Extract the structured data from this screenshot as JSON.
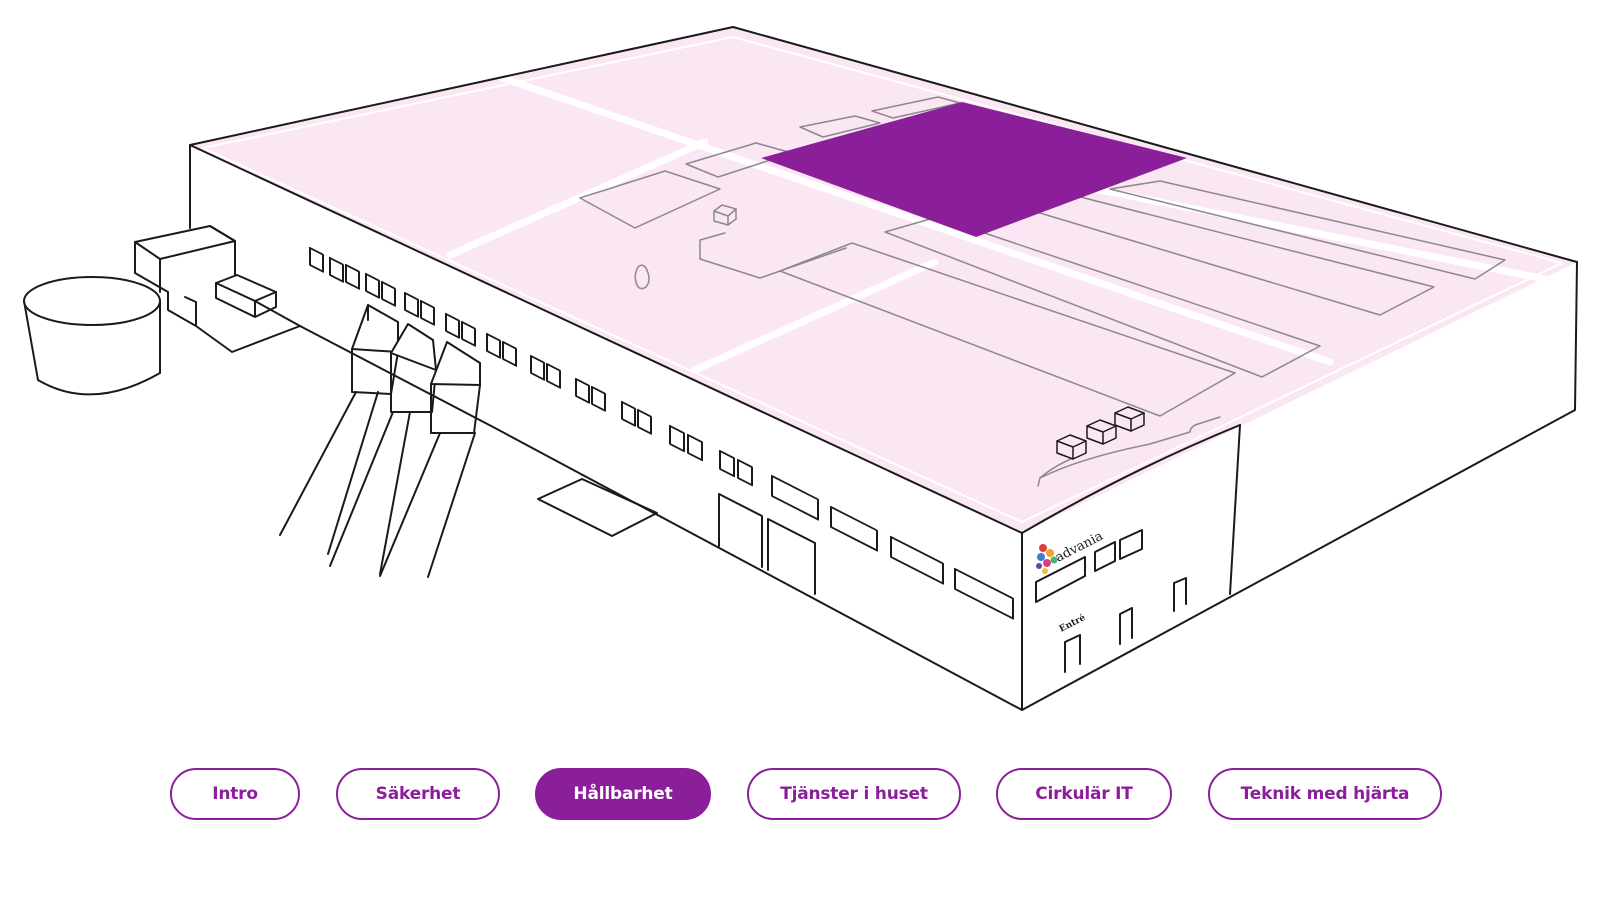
{
  "building": {
    "logo_text": "advania",
    "entrance_label": "Entré",
    "highlight_color": "#8b1f99",
    "roof_color": "#fbe6f3"
  },
  "nav": {
    "active_index": 2,
    "accent_color": "#8b1f99",
    "items": [
      {
        "label": "Intro"
      },
      {
        "label": "Säkerhet"
      },
      {
        "label": "Hållbarhet"
      },
      {
        "label": "Tjänster i huset"
      },
      {
        "label": "Cirkulär IT"
      },
      {
        "label": "Teknik med hjärta"
      }
    ]
  }
}
